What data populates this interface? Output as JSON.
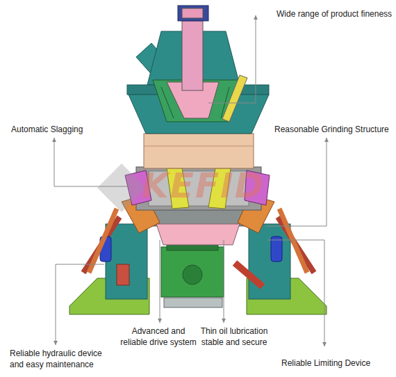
{
  "diagram": {
    "labels": [
      "Wide range of product fineness",
      "Automatic Slagging",
      "Reasonable Grinding Structure",
      "Reliable hydraulic device and easy maintenance",
      "Advanced and reliable drive system",
      "Thin oil lubrication stable and secure",
      "Reliable Limiting Device",
      "KEFID"
    ]
  }
}
